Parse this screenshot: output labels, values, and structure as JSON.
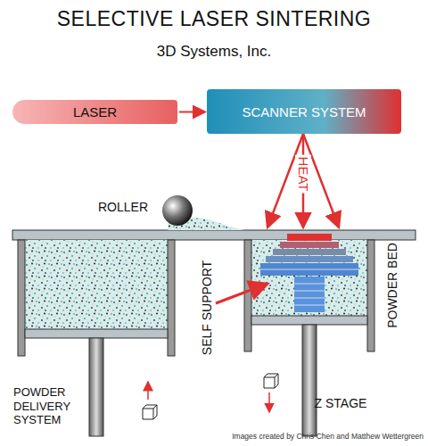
{
  "diagram": {
    "title": "SELECTIVE LASER SINTERING",
    "caption": "Images created by Chris Chen and Matthew Wettergreen",
    "nodes": [
      {
        "text": [
          "LASER"
        ]
      },
      {
        "text": [
          "SCANNER SYSTEM"
        ]
      }
    ],
    "edges": [
      {
        "from": 0,
        "to": 1,
        "arrow": "to"
      }
    ],
    "labels": [
      "3D Systems, Inc.",
      "ROLLER",
      "HEAT",
      "SELF SUPPORT",
      "POWDER BED",
      "POWDER DELIVERY SYSTEM",
      "Z STAGE"
    ]
  }
}
